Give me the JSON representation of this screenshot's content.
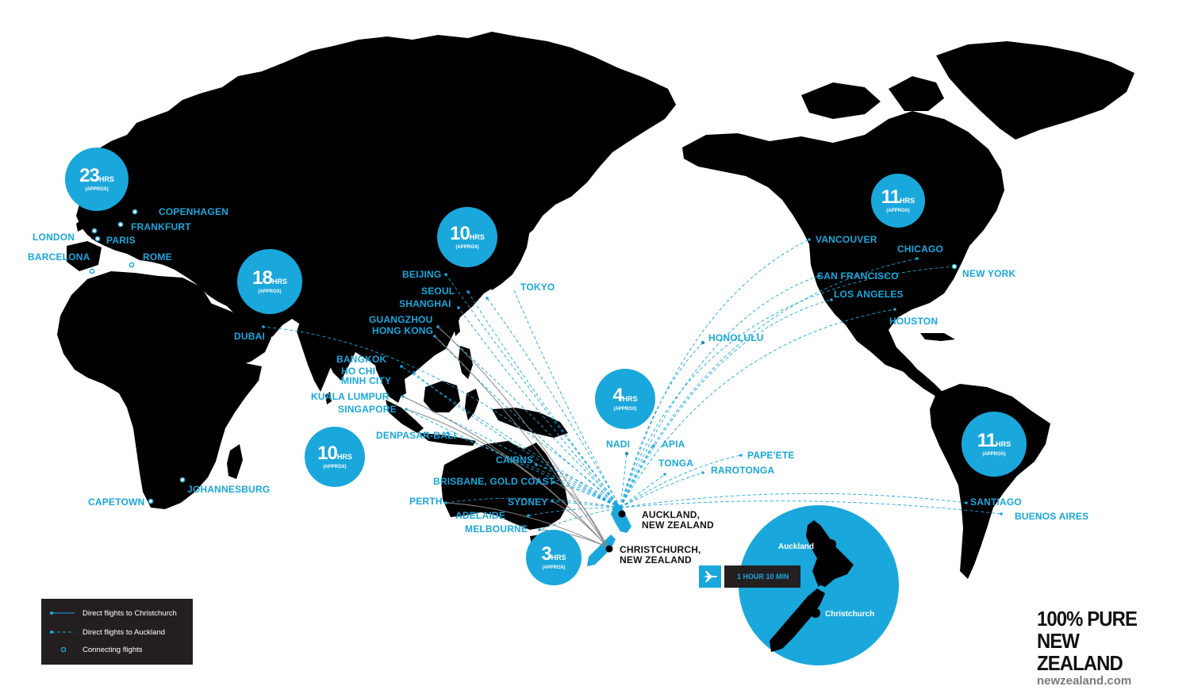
{
  "colors": {
    "land": "#000000",
    "accent": "#1aa7dc",
    "route_solid": "#888888",
    "legend_bg": "#231f20"
  },
  "cities": [
    {
      "id": "copenhagen",
      "label": "COPENHAGEN"
    },
    {
      "id": "frankfurt",
      "label": "FRANKFURT"
    },
    {
      "id": "london",
      "label": "LONDON"
    },
    {
      "id": "paris",
      "label": "PARIS"
    },
    {
      "id": "barcelona",
      "label": "BARCELONA"
    },
    {
      "id": "rome",
      "label": "ROME"
    },
    {
      "id": "dubai",
      "label": "DUBAI"
    },
    {
      "id": "beijing",
      "label": "BEIJING"
    },
    {
      "id": "seoul",
      "label": "SEOUL"
    },
    {
      "id": "shanghai",
      "label": "SHANGHAI"
    },
    {
      "id": "tokyo",
      "label": "TOKYO"
    },
    {
      "id": "guangzhou",
      "label": "GUANGZHOU"
    },
    {
      "id": "hongkong",
      "label": "HONG KONG"
    },
    {
      "id": "bangkok",
      "label": "BANGKOK"
    },
    {
      "id": "hochiminh",
      "label": "HO CHI",
      "label2": "MINH CITY"
    },
    {
      "id": "kualalumpur",
      "label": "KUALA LUMPUR"
    },
    {
      "id": "singapore",
      "label": "SINGAPORE"
    },
    {
      "id": "denpasar",
      "label": "DENPASAR-BALI"
    },
    {
      "id": "johannesburg",
      "label": "JOHANNESBURG"
    },
    {
      "id": "capetown",
      "label": "CAPETOWN"
    },
    {
      "id": "cairns",
      "label": "CAIRNS"
    },
    {
      "id": "brisbane",
      "label": "BRISBANE, GOLD COAST"
    },
    {
      "id": "perth",
      "label": "PERTH"
    },
    {
      "id": "sydney",
      "label": "SYDNEY"
    },
    {
      "id": "adelaide",
      "label": "ADELAIDE"
    },
    {
      "id": "melbourne",
      "label": "MELBOURNE"
    },
    {
      "id": "nadi",
      "label": "NADI"
    },
    {
      "id": "apia",
      "label": "APIA"
    },
    {
      "id": "tonga",
      "label": "TONGA"
    },
    {
      "id": "papeete",
      "label": "PAPE'ETE"
    },
    {
      "id": "rarotonga",
      "label": "RAROTONGA"
    },
    {
      "id": "honolulu",
      "label": "HONOLULU"
    },
    {
      "id": "vancouver",
      "label": "VANCOUVER"
    },
    {
      "id": "chicago",
      "label": "CHICAGO"
    },
    {
      "id": "sanfrancisco",
      "label": "SAN FRANCISCO"
    },
    {
      "id": "newyork",
      "label": "NEW YORK"
    },
    {
      "id": "losangeles",
      "label": "LOS ANGELES"
    },
    {
      "id": "houston",
      "label": "HOUSTON"
    },
    {
      "id": "santiago",
      "label": "SANTIAGO"
    },
    {
      "id": "buenosaires",
      "label": "BUENOS AIRES"
    }
  ],
  "hubs": [
    {
      "id": "auckland",
      "label": "AUCKLAND,",
      "label2": "NEW ZEALAND"
    },
    {
      "id": "christchurch",
      "label": "CHRISTCHURCH,",
      "label2": "NEW ZEALAND"
    }
  ],
  "bubbles": [
    {
      "id": "europe",
      "num": "23",
      "unit": "HRS",
      "approx": "(APPROX)"
    },
    {
      "id": "middleeast",
      "num": "18",
      "unit": "HRS",
      "approx": "(APPROX)"
    },
    {
      "id": "asia",
      "num": "10",
      "unit": "HRS",
      "approx": "(APPROX)"
    },
    {
      "id": "africa",
      "num": "10",
      "unit": "HRS",
      "approx": "(APPROX)"
    },
    {
      "id": "pacific",
      "num": "4",
      "unit": "HRS",
      "approx": "(APPROX)"
    },
    {
      "id": "australia",
      "num": "3",
      "unit": "HRS",
      "approx": "(APPROX)"
    },
    {
      "id": "northamerica",
      "num": "11",
      "unit": "HRS",
      "approx": "(APPROX)"
    },
    {
      "id": "southamerica",
      "num": "11",
      "unit": "HRS",
      "approx": "(APPROX)"
    }
  ],
  "legend": {
    "solid": "Direct flights to Christchurch",
    "dashed": "Direct flights to Auckland",
    "connecting": "Connecting flights"
  },
  "inset": {
    "auckland": "Auckland",
    "christchurch": "Christchurch",
    "flight_time": "1 HOUR 10 MIN"
  },
  "brand": {
    "line1": "100% PURE",
    "line2": "NEW ZEALAND",
    "url": "newzealand.com"
  }
}
